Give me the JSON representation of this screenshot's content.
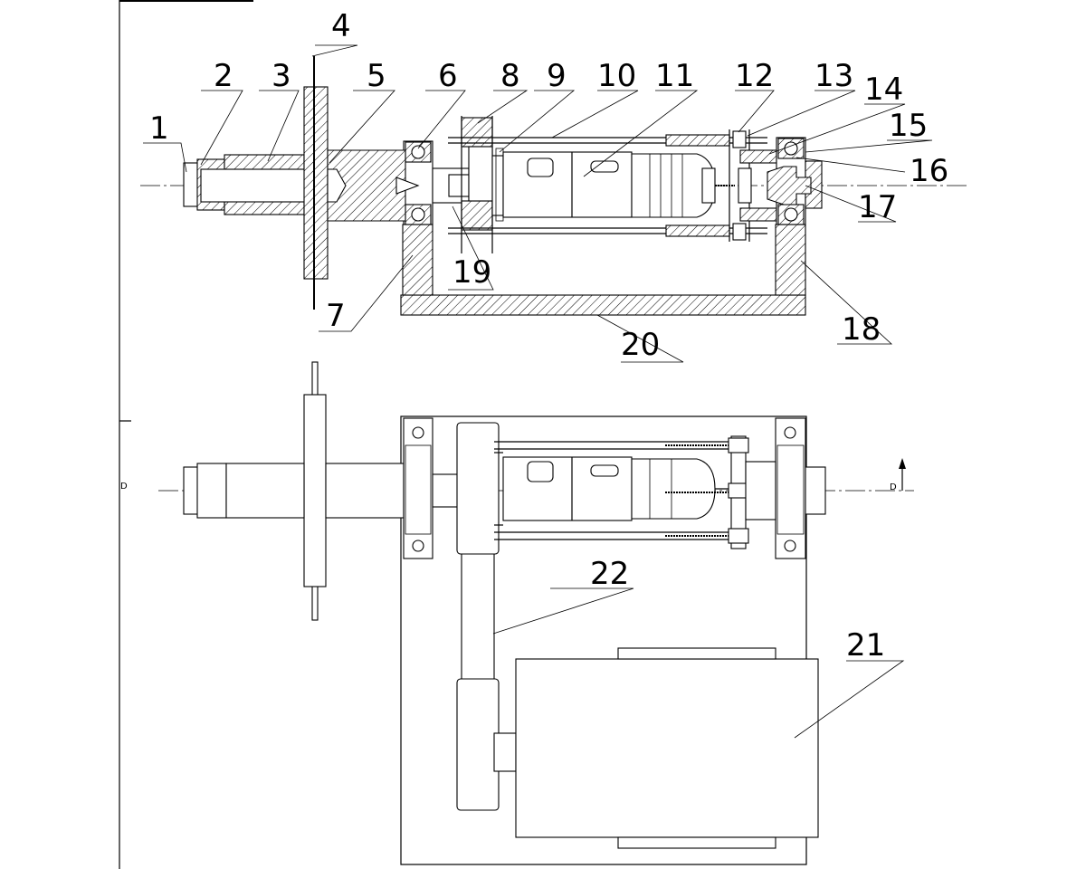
{
  "callouts": [
    {
      "id": "1",
      "text": "1"
    },
    {
      "id": "2",
      "text": "2"
    },
    {
      "id": "3",
      "text": "3"
    },
    {
      "id": "4",
      "text": "4"
    },
    {
      "id": "5",
      "text": "5"
    },
    {
      "id": "6",
      "text": "6"
    },
    {
      "id": "7",
      "text": "7"
    },
    {
      "id": "8",
      "text": "8"
    },
    {
      "id": "9",
      "text": "9"
    },
    {
      "id": "10",
      "text": "10"
    },
    {
      "id": "11",
      "text": "11"
    },
    {
      "id": "12",
      "text": "12"
    },
    {
      "id": "13",
      "text": "13"
    },
    {
      "id": "14",
      "text": "14"
    },
    {
      "id": "15",
      "text": "15"
    },
    {
      "id": "16",
      "text": "16"
    },
    {
      "id": "17",
      "text": "17"
    },
    {
      "id": "18",
      "text": "18"
    },
    {
      "id": "19",
      "text": "19"
    },
    {
      "id": "20",
      "text": "20"
    },
    {
      "id": "21",
      "text": "21"
    },
    {
      "id": "22",
      "text": "22"
    }
  ],
  "section_marks": {
    "left": "D",
    "right": "D"
  }
}
